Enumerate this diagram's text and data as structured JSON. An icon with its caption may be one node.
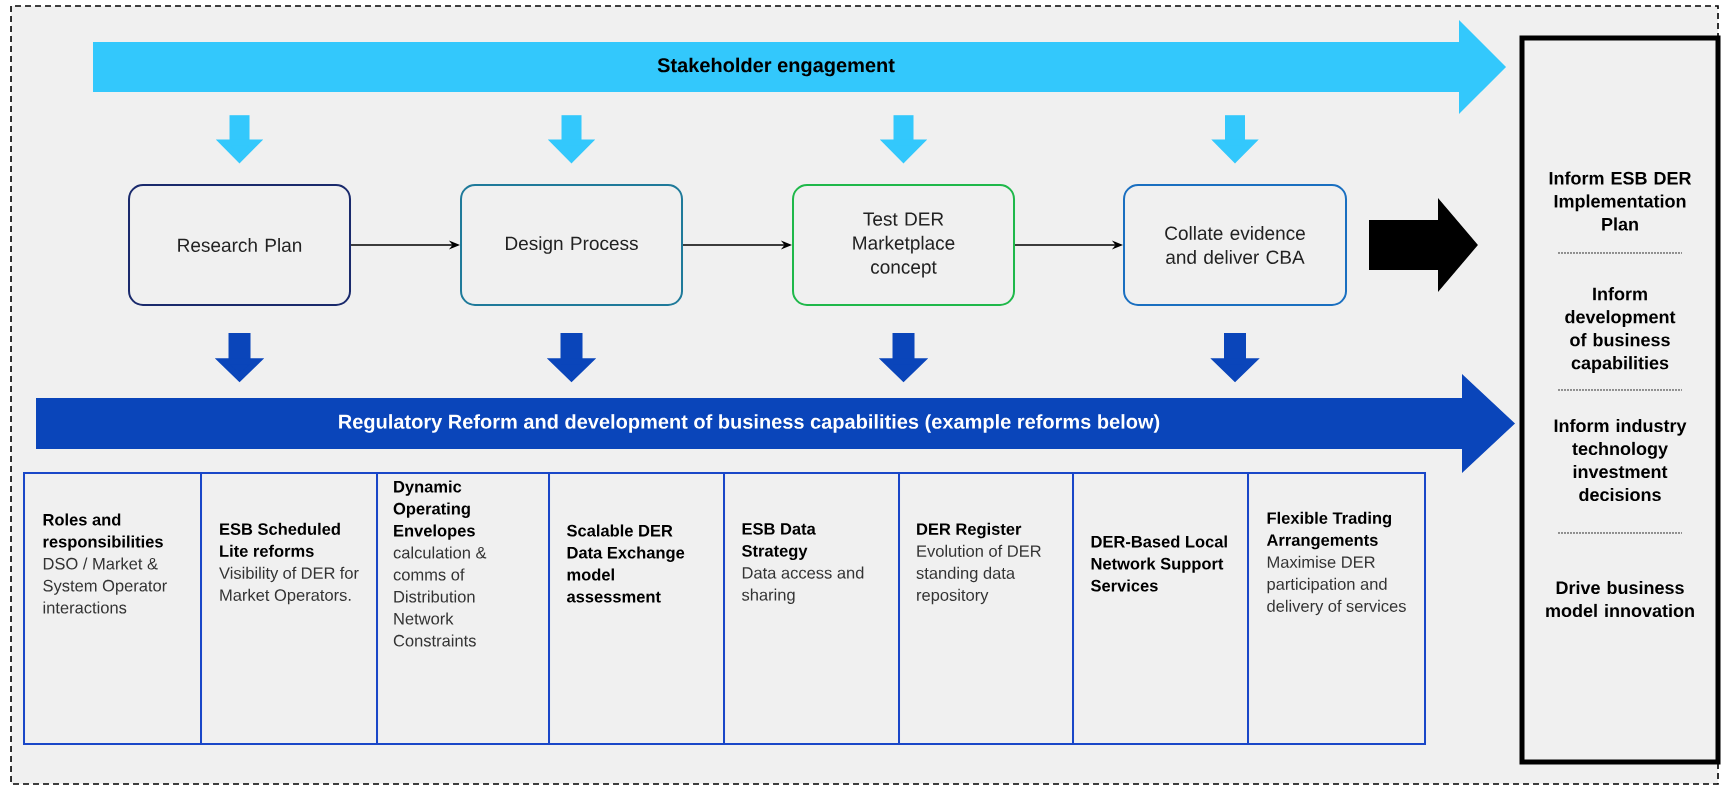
{
  "diagram": {
    "nodes": [
      {
        "text": [
          "Stakeholder engagement"
        ]
      },
      {
        "text": [
          "Research Plan"
        ]
      },
      {
        "text": [
          "Design Process"
        ]
      },
      {
        "text": [
          "Test DER Marketplace concept"
        ]
      },
      {
        "text": [
          "Collate evidence and deliver CBA"
        ]
      },
      {
        "text": [
          "Regulatory Reform and development of business capabilities (example reforms below)"
        ]
      },
      {
        "text": [
          "Roles and responsibilities",
          "DSO / Market & System Operator interactions"
        ]
      },
      {
        "text": [
          "ESB Scheduled Lite reforms",
          "Visibility of DER for Market Operators."
        ]
      },
      {
        "text": [
          "Dynamic Operating Envelopes",
          "calculation & comms of Distribution Network Constraints"
        ]
      },
      {
        "text": [
          "Scalable DER Data Exchange model assessment"
        ]
      },
      {
        "text": [
          "ESB Data Strategy",
          "Data access and sharing"
        ]
      },
      {
        "text": [
          "DER Register",
          "Evolution of DER standing data repository"
        ]
      },
      {
        "text": [
          "DER-Based Local Network Support Services"
        ]
      },
      {
        "text": [
          "Flexible Trading Arrangements",
          "Maximise DER participation and delivery of services"
        ]
      },
      {
        "text": [
          "Inform ESB DER Implementation Plan",
          "Inform development of business capabilities",
          "Inform industry technology investment decisions",
          "Drive business model innovation"
        ]
      }
    ],
    "edges": [
      {
        "from": 1,
        "to": 2,
        "arrow": "to"
      },
      {
        "from": 2,
        "to": 3,
        "arrow": "to"
      },
      {
        "from": 3,
        "to": 4,
        "arrow": "to"
      },
      {
        "from": 0,
        "to": 1,
        "arrow": "to",
        "color": "#33c8fc"
      },
      {
        "from": 0,
        "to": 2,
        "arrow": "to",
        "color": "#33c8fc"
      },
      {
        "from": 0,
        "to": 3,
        "arrow": "to",
        "color": "#33c8fc"
      },
      {
        "from": 0,
        "to": 4,
        "arrow": "to",
        "color": "#33c8fc"
      },
      {
        "from": 1,
        "to": 5,
        "arrow": "to",
        "color": "#0a45ba"
      },
      {
        "from": 2,
        "to": 5,
        "arrow": "to",
        "color": "#0a45ba"
      },
      {
        "from": 3,
        "to": 5,
        "arrow": "to",
        "color": "#0a45ba"
      },
      {
        "from": 4,
        "to": 5,
        "arrow": "to",
        "color": "#0a45ba"
      },
      {
        "from": 4,
        "to": 14,
        "arrow": "to",
        "style": "thick"
      }
    ]
  }
}
